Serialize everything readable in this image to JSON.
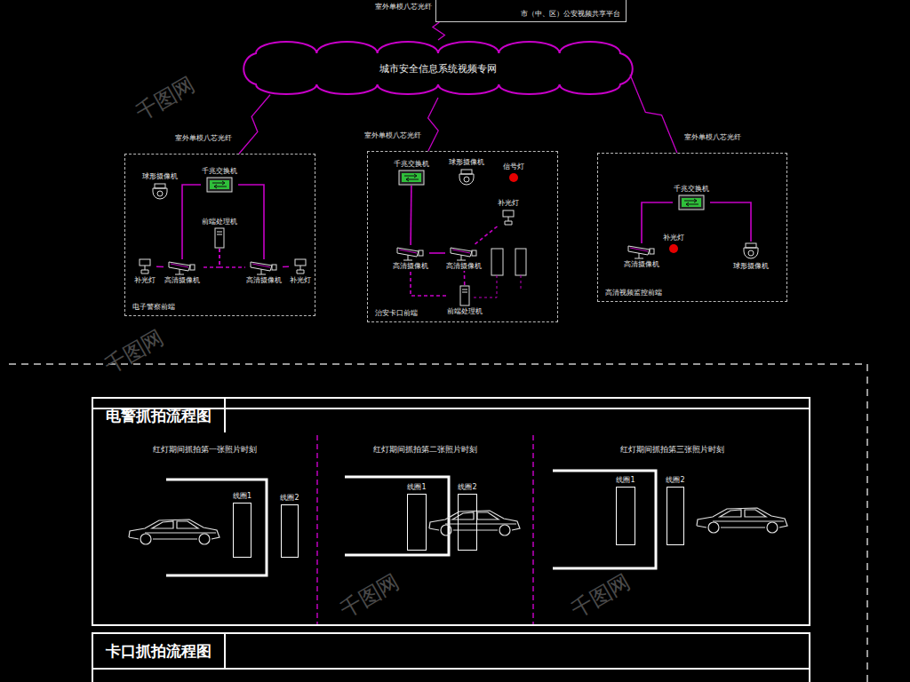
{
  "diagram": {
    "nodes": [
      {
        "text": [
          "市（中、区）公安视频共享平台"
        ]
      },
      {
        "text": [
          "城市安全信息系统视频专网"
        ]
      },
      {
        "text": [
          "电子警察前端"
        ]
      },
      {
        "text": [
          "千兆交换机"
        ],
        "in": 2
      },
      {
        "text": [
          "球形摄像机"
        ],
        "in": 2
      },
      {
        "text": [
          "前端处理机"
        ],
        "in": 2
      },
      {
        "text": [
          "高清摄像机"
        ],
        "in": 2
      },
      {
        "text": [
          "高清摄像机"
        ],
        "in": 2
      },
      {
        "text": [
          "补光灯"
        ],
        "in": 2
      },
      {
        "text": [
          "补光灯"
        ],
        "in": 2
      },
      {
        "text": [
          "治安卡口前端"
        ]
      },
      {
        "text": [
          "千兆交换机"
        ],
        "in": 10
      },
      {
        "text": [
          "球形摄像机"
        ],
        "in": 10
      },
      {
        "text": [
          "信号灯"
        ],
        "in": 10
      },
      {
        "text": [
          "高清摄像机"
        ],
        "in": 10
      },
      {
        "text": [
          "高清摄像机"
        ],
        "in": 10
      },
      {
        "text": [
          "补光灯"
        ],
        "in": 10
      },
      {
        "text": [
          "前端处理机"
        ],
        "in": 10
      },
      {
        "text": [
          "高清视频监控前端"
        ]
      },
      {
        "text": [
          "千兆交换机"
        ],
        "in": 18
      },
      {
        "text": [
          "高清摄像机"
        ],
        "in": 18
      },
      {
        "text": [
          "补光灯"
        ],
        "in": 18
      },
      {
        "text": [
          "球形摄像机"
        ],
        "in": 18
      },
      {
        "text": [
          "电警抓拍流程图"
        ]
      },
      {
        "text": [
          "红灯期间抓拍第一张照片时刻"
        ],
        "in": 23
      },
      {
        "text": [
          "红灯期间抓拍第二张照片时刻"
        ],
        "in": 23
      },
      {
        "text": [
          "红灯期间抓拍第三张照片时刻"
        ],
        "in": 23
      },
      {
        "text": [
          "线圈1"
        ],
        "in": 24
      },
      {
        "text": [
          "线圈2"
        ],
        "in": 24
      },
      {
        "text": [
          "线圈1"
        ],
        "in": 25
      },
      {
        "text": [
          "线圈2"
        ],
        "in": 25
      },
      {
        "text": [
          "线圈1"
        ],
        "in": 26
      },
      {
        "text": [
          "线圈2"
        ],
        "in": 26
      },
      {
        "text": [
          "卡口抓拍流程图"
        ]
      }
    ],
    "edges": [
      {
        "from": 1,
        "to": 0,
        "arrow": "none",
        "label": "室外单模八芯光纤"
      },
      {
        "from": 1,
        "to": 2,
        "arrow": "none",
        "label": "室外单模八芯光纤"
      },
      {
        "from": 1,
        "to": 10,
        "arrow": "none",
        "label": "室外单模八芯光纤"
      },
      {
        "from": 1,
        "to": 18,
        "arrow": "none",
        "label": "室外单模八芯光纤"
      },
      {
        "from": 3,
        "to": 6,
        "arrow": "none"
      },
      {
        "from": 3,
        "to": 7,
        "arrow": "none"
      },
      {
        "from": 5,
        "to": 6,
        "arrow": "none"
      },
      {
        "from": 5,
        "to": 7,
        "arrow": "none"
      },
      {
        "from": 8,
        "to": 6,
        "arrow": "none"
      },
      {
        "from": 9,
        "to": 7,
        "arrow": "none"
      },
      {
        "from": 11,
        "to": 14,
        "arrow": "none"
      },
      {
        "from": 14,
        "to": 15,
        "arrow": "none"
      },
      {
        "from": 16,
        "to": 15,
        "arrow": "none"
      },
      {
        "from": 17,
        "to": 15,
        "arrow": "none"
      },
      {
        "from": 17,
        "to": 14,
        "arrow": "none"
      },
      {
        "from": 19,
        "to": 20,
        "arrow": "none"
      },
      {
        "from": 19,
        "to": 22,
        "arrow": "none"
      }
    ],
    "labels": [
      "千图网",
      "千图网",
      "千图网",
      "千图网"
    ]
  }
}
